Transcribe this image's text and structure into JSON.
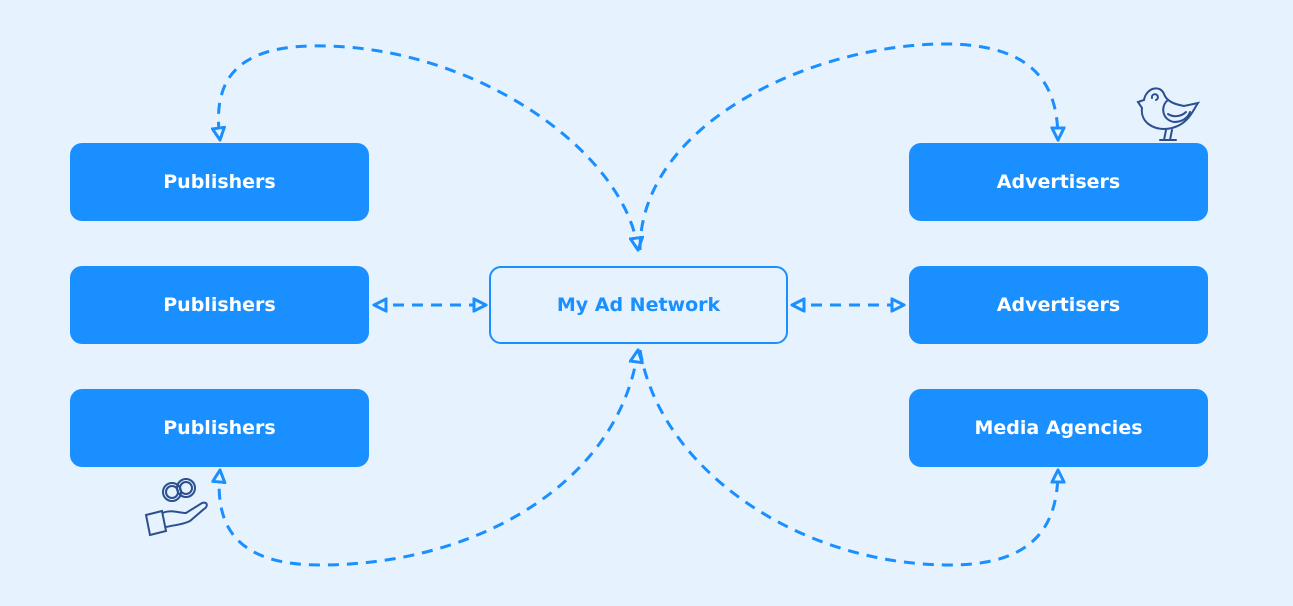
{
  "nodes": {
    "publishers": [
      "Publishers",
      "Publishers",
      "Publishers"
    ],
    "center": "My Ad Network",
    "advertisers": [
      "Advertisers",
      "Advertisers"
    ],
    "agencies": "Media Agencies"
  },
  "colors": {
    "accent": "#1a8fff",
    "background": "#e6f2fd",
    "icon": "#2b4f8f"
  },
  "icons": [
    "bird-icon",
    "money-hand-icon"
  ]
}
